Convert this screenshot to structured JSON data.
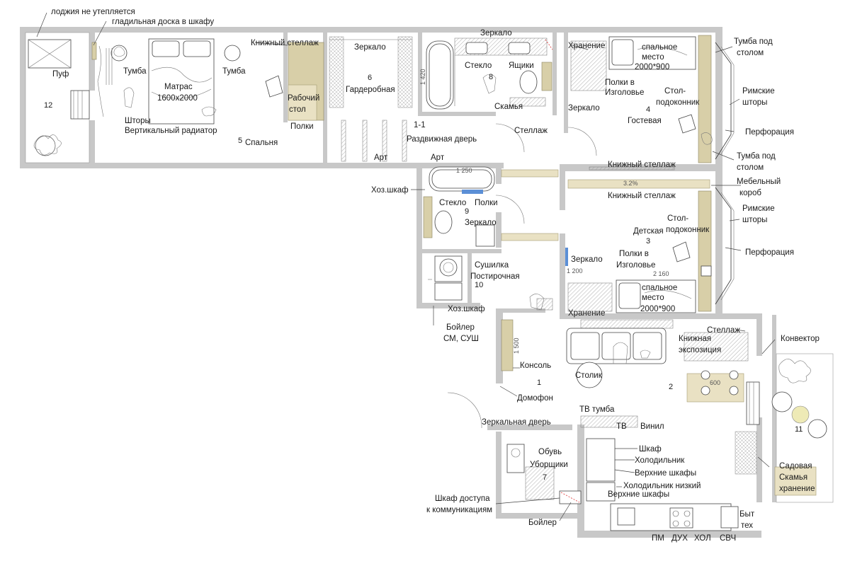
{
  "labels": {
    "loggia_note": "лоджия не утепляется",
    "ironing_board": "гладильная доска в шкафу",
    "pouf": "Пуф",
    "nightstand_left": "Тумба",
    "nightstand_right": "Тумба",
    "mattress": "Матрас",
    "mattress_size": "1600x2000",
    "curtains": "Шторы",
    "vertical_radiator": "Вертикальный радиатор",
    "bookshelf": "Книжный стеллаж",
    "work_desk_1": "Рабочий",
    "work_desk_2": "стол",
    "shelves": "Полки",
    "bedroom": "Спальня",
    "mirror_wardrobe": "Зеркало",
    "wardrobe": "Гардеробная",
    "mirror_top": "Зеркало",
    "glass_bath1": "Стекло",
    "drawers": "Ящики",
    "bench": "Скамья",
    "section_1_1": "1-1",
    "sliding_door": "Раздвижная дверь",
    "rack": "Стеллаж",
    "art_1": "Арт",
    "art_2": "Арт",
    "storage_guest": "Хранение",
    "sleeping_1": "спальное",
    "sleeping_2": "место",
    "sleeping_size": "2000*900",
    "headboard_shelves_1": "Полки в",
    "headboard_shelves_2": "Изголовье",
    "table_sill_1": "Стол-",
    "table_sill_2": "подоконник",
    "mirror_guest": "Зеркало",
    "guest_room": "Гостевая",
    "nightstand_desk_1": "Тумба под",
    "nightstand_desk_2": "столом",
    "roman_1": "Римские",
    "roman_2": "шторы",
    "perforation": "Перфорация",
    "nightstand_desk_3": "Тумба под",
    "nightstand_desk_4": "столом",
    "bookshelf_2": "Книжный стеллаж",
    "bookshelf_3": "Книжный стеллаж",
    "furniture_box_1": "Мебельный",
    "furniture_box_2": "короб",
    "roman_3": "Римские",
    "roman_4": "шторы",
    "perforation_2": "Перфорация",
    "utility_cabinet": "Хоз.шкаф",
    "glass_bath2": "Стекло",
    "shelves_bath2": "Полки",
    "mirror_bath2": "Зеркало",
    "table_sill_3": "Стол-",
    "table_sill_4": "подоконник",
    "kids_room": "Детская",
    "mirror_kids": "Зеркало",
    "headboard_shelves_3": "Полки в",
    "headboard_shelves_4": "Изголовье",
    "dryer": "Сушилка",
    "laundry": "Постирочная",
    "storage_kids": "Хранение",
    "sleeping_3": "спальное",
    "sleeping_4": "место",
    "sleeping_size_2": "2000*900",
    "utility_cabinet_2": "Хоз.шкаф",
    "boiler_1": "Бойлер",
    "boiler_2": "СМ, СУШ",
    "rack_2": "Стеллаж",
    "book_display_1": "Книжная",
    "book_display_2": "экспозиция",
    "convector": "Конвектор",
    "console": "Консоль",
    "coffee_table": "Столик",
    "intercom": "Домофон",
    "tv_stand": "ТВ тумба",
    "tv": "ТВ",
    "vinyl": "Винил",
    "mirror_door": "Зеркальная дверь",
    "shoes": "Обувь",
    "cleaning": "Уборщики",
    "wardrobe_kitchen": "Шкаф",
    "fridge": "Холодильник",
    "upper_cabinets": "Верхние шкафы",
    "fridge_low": "Холодильник низкий",
    "upper_cabinets_2": "Верхние шкафы",
    "access_cabinet_1": "Шкаф доступа",
    "access_cabinet_2": "к коммуникациям",
    "boiler_3": "Бойлер",
    "garden": "Садовая",
    "bench_storage_1": "Скамья",
    "bench_storage_2": "хранение",
    "dishwasher": "ПМ",
    "oven": "ДУХ",
    "fridge_short": "ХОЛ",
    "microwave": "СВЧ",
    "appliances_1": "Быт",
    "appliances_2": "тех"
  },
  "room_numbers": {
    "r12": "12",
    "r5": "5",
    "r6": "6",
    "r8": "8",
    "r4": "4",
    "r9": "9",
    "r3": "3",
    "r10": "10",
    "r1": "1",
    "r2": "2",
    "r7": "7",
    "r11": "11"
  },
  "dimensions": {
    "d_1420": "1 420",
    "d_1200": "1 200",
    "d_2160": "2 160",
    "d_1250": "1 250",
    "d_600": "600",
    "d_1500": "1 500",
    "pct": "3.2%"
  }
}
